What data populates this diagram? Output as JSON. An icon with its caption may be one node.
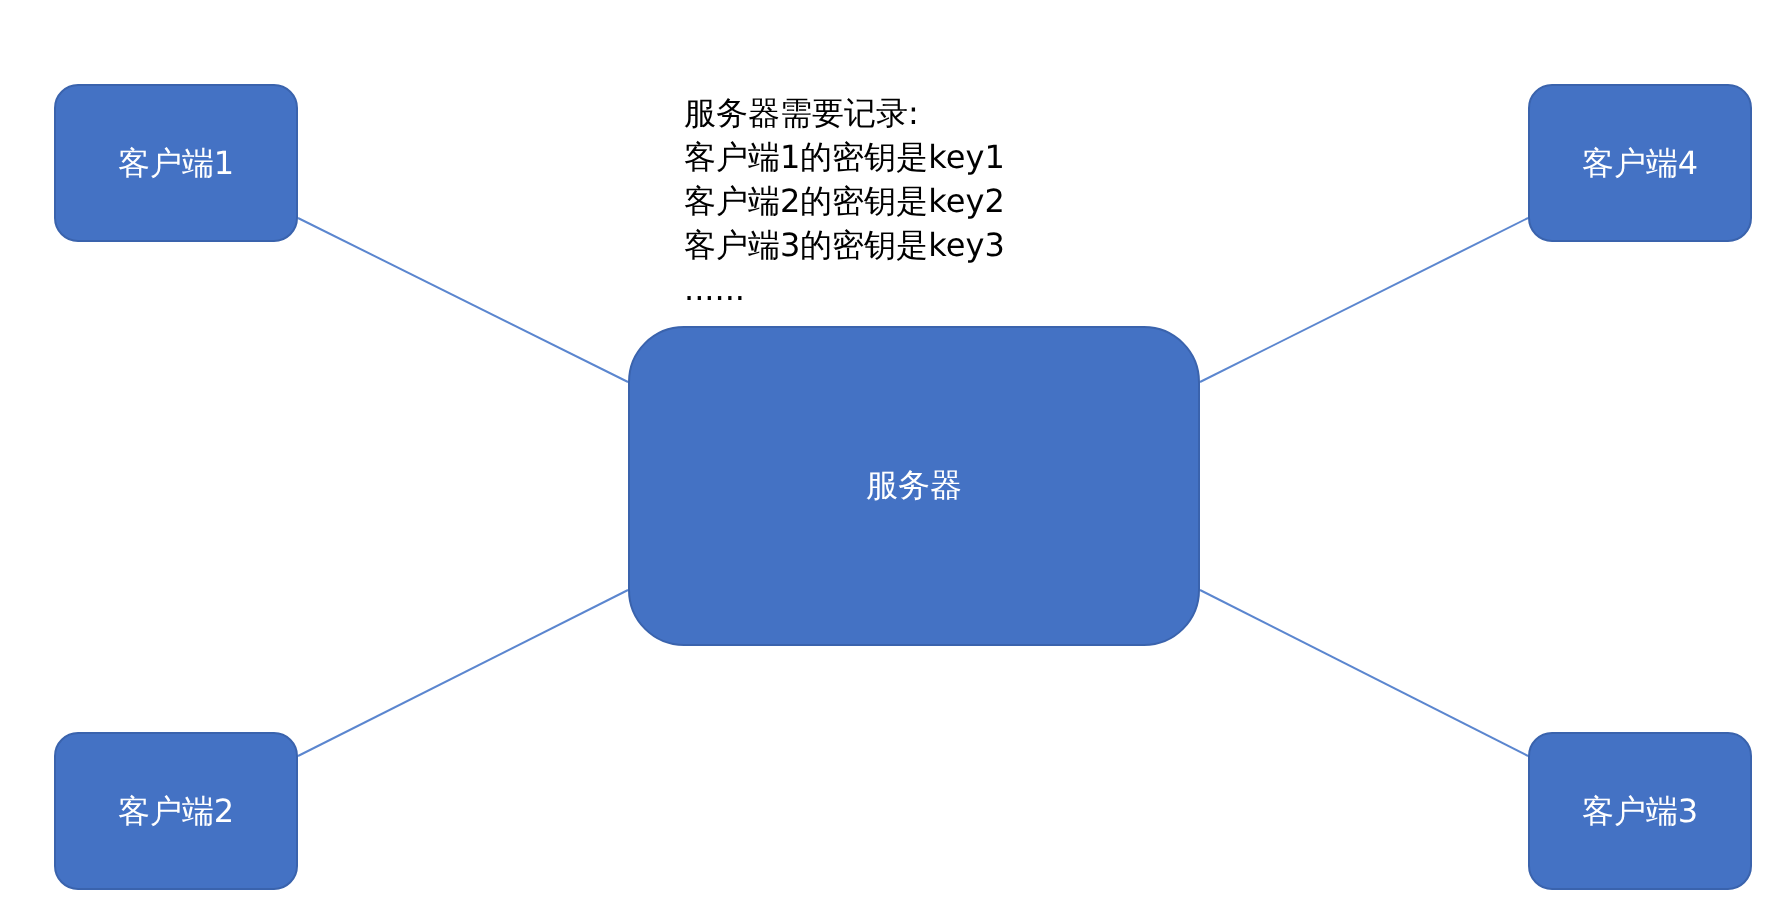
{
  "diagram": {
    "nodes": [
      {
        "text": [
          "客户端1"
        ]
      },
      {
        "text": [
          "客户端4"
        ]
      },
      {
        "text": [
          "服务器"
        ]
      },
      {
        "text": [
          "客户端2"
        ]
      },
      {
        "text": [
          "客户端3"
        ]
      }
    ],
    "edges": [
      {
        "from": 2,
        "to": 0,
        "arrow": "none"
      },
      {
        "from": 2,
        "to": 1,
        "arrow": "none"
      },
      {
        "from": 2,
        "to": 3,
        "arrow": "none"
      },
      {
        "from": 2,
        "to": 4,
        "arrow": "none"
      }
    ],
    "labels": [
      "服务器需要记录:",
      "客户端1的密钥是key1",
      "客户端2的密钥是key2",
      "客户端3的密钥是key3",
      "......"
    ]
  }
}
